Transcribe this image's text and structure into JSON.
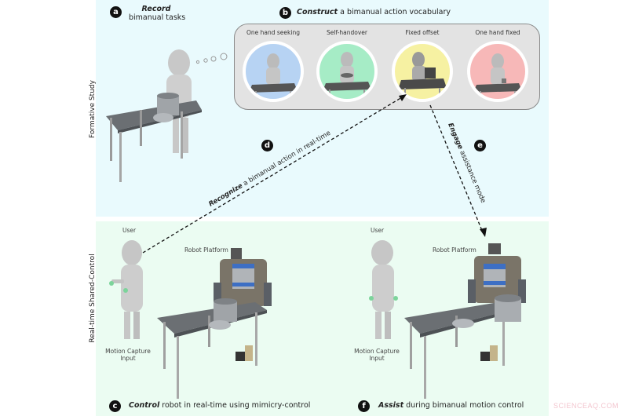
{
  "figure": {
    "section_labels": {
      "top": "Formative Study",
      "bottom": "Real-time Shared-Control"
    },
    "panels": {
      "a": {
        "badge": "a",
        "emphasis": "Record",
        "text": "bimanual tasks"
      },
      "b": {
        "badge": "b",
        "emphasis": "Construct",
        "text": " a bimanual action vocabulary",
        "vocabulary": [
          {
            "label": "One hand seeking",
            "color": "#b7d3f3"
          },
          {
            "label": "Self-handover",
            "color": "#a6ecc6"
          },
          {
            "label": "Fixed offset",
            "color": "#f6f1a2"
          },
          {
            "label": "One hand fixed",
            "color": "#f7b8b8"
          }
        ]
      },
      "c": {
        "badge": "c",
        "emphasis": "Control",
        "text": " robot in real-time using mimicry-control"
      },
      "d": {
        "badge": "d",
        "emphasis": "Recognize",
        "text": " a bimanual action in real-time"
      },
      "e": {
        "badge": "e",
        "emphasis": "Engage",
        "text": " assistance mode"
      },
      "f": {
        "badge": "f",
        "emphasis": "Assist",
        "text": " during bimanual motion control"
      }
    },
    "scene_labels": {
      "user_left": "User",
      "robot_left": "Robot Platform",
      "mocap_left_line1": "Motion Capture",
      "mocap_left_line2": "Input",
      "user_right": "User",
      "robot_right": "Robot Platform",
      "mocap_right_line1": "Motion Capture",
      "mocap_right_line2": "Input"
    },
    "colors": {
      "top_panel_bg": "#e9fafd",
      "bottom_panel_bg": "#ebfcf2",
      "vocab_box_bg": "#e3e3e3",
      "robot_accent": "#3d6fc4"
    },
    "watermark": "SCIENCEAQ.COM"
  }
}
